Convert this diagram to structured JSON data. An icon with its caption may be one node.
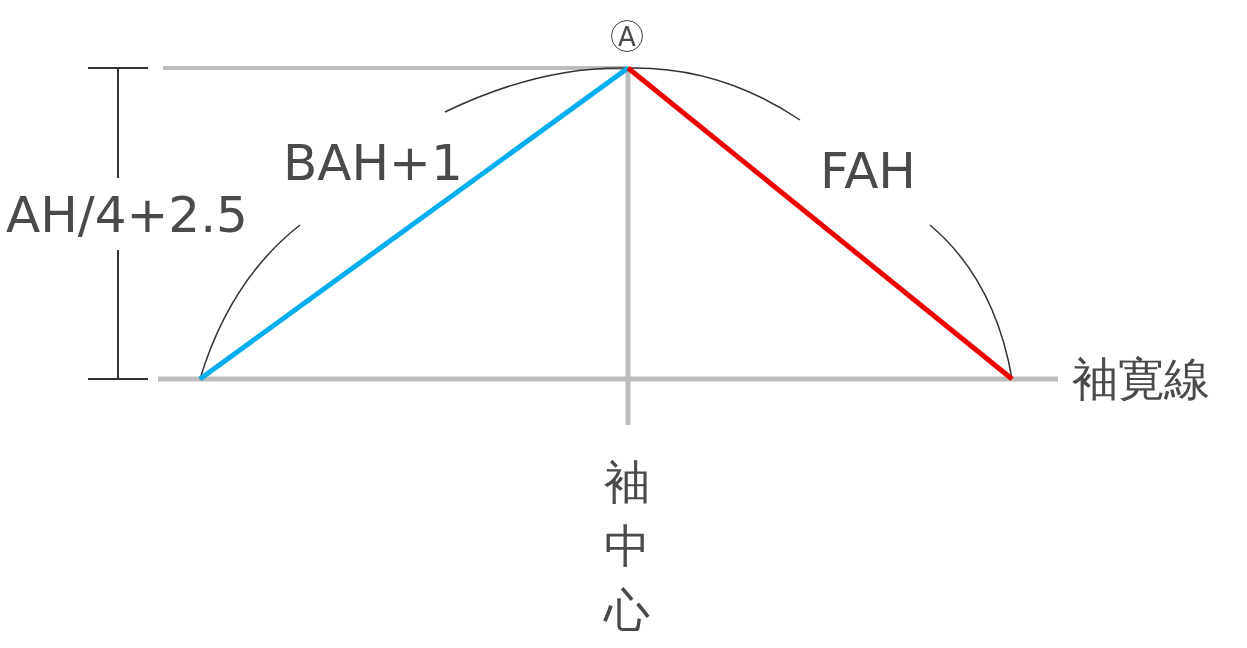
{
  "diagram": {
    "labels": [
      "A",
      "BAH+1",
      "FAH",
      "AH/4+2.5",
      "袖寛線",
      "袖中心"
    ]
  }
}
